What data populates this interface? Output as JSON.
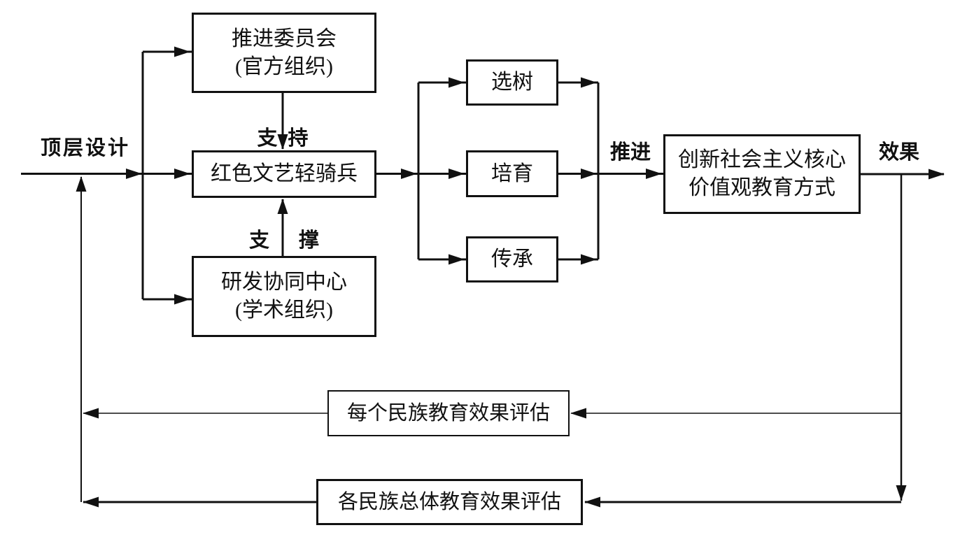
{
  "page": {
    "background": "#ffffff",
    "line_color": "#111111",
    "diagram_type": "flowchart"
  },
  "nodes": {
    "committee": {
      "line1": "推进委员会",
      "line2": "(官方组织)"
    },
    "cavalry": {
      "text": "红色文艺轻骑兵"
    },
    "rnd_center": {
      "line1": "研发协同中心",
      "line2": "(学术组织)"
    },
    "select_tree": {
      "text": "选树"
    },
    "cultivate": {
      "text": "培育"
    },
    "inherit": {
      "text": "传承"
    },
    "innovation": {
      "line1": "创新社会主义核心",
      "line2": "价值观教育方式"
    },
    "eval_each": {
      "text": "每个民族教育效果评估"
    },
    "eval_overall": {
      "text": "各民族总体教育效果评估"
    }
  },
  "labels": {
    "top_design": "顶层设计",
    "support": [
      "支",
      "持"
    ],
    "underpin": [
      "支",
      "撑"
    ],
    "promote": "推进",
    "effect": "效果"
  },
  "edges": [
    {
      "from": "input",
      "to": "cavalry",
      "label": "顶层设计"
    },
    {
      "from": "input",
      "to": "committee"
    },
    {
      "from": "input",
      "to": "rnd_center"
    },
    {
      "from": "committee",
      "to": "cavalry",
      "label": "支持"
    },
    {
      "from": "rnd_center",
      "to": "cavalry",
      "label": "支撑"
    },
    {
      "from": "cavalry",
      "to": "select_tree"
    },
    {
      "from": "cavalry",
      "to": "cultivate"
    },
    {
      "from": "cavalry",
      "to": "inherit"
    },
    {
      "from": "select_tree",
      "to": "innovation"
    },
    {
      "from": "cultivate",
      "to": "innovation",
      "label": "推进"
    },
    {
      "from": "inherit",
      "to": "innovation"
    },
    {
      "from": "innovation",
      "to": "output",
      "label": "效果"
    },
    {
      "from": "innovation",
      "to": "eval_each"
    },
    {
      "from": "innovation",
      "to": "eval_overall"
    },
    {
      "from": "eval_each",
      "to": "input"
    },
    {
      "from": "eval_overall",
      "to": "input"
    }
  ]
}
